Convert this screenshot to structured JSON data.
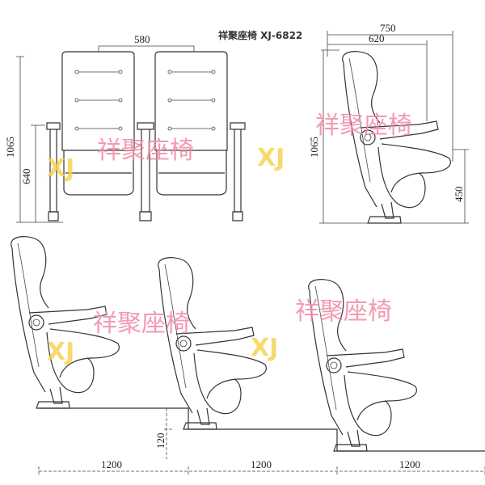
{
  "title": "祥聚座椅 XJ-6822",
  "dimensions": {
    "front_width": "580",
    "front_height": "1065",
    "front_arm_height": "640",
    "side_depth_total": "750",
    "side_depth_chair": "620",
    "side_height": "1065",
    "side_seat_height": "450",
    "step_height": "120",
    "row_spacing": [
      "1200",
      "1200",
      "1200"
    ]
  },
  "watermark": {
    "logo": "XJ",
    "text": "祥聚座椅",
    "text_color": "#f08aa6",
    "logo_color": "#f6d24a"
  },
  "colors": {
    "line": "#333333",
    "background": "#ffffff"
  }
}
